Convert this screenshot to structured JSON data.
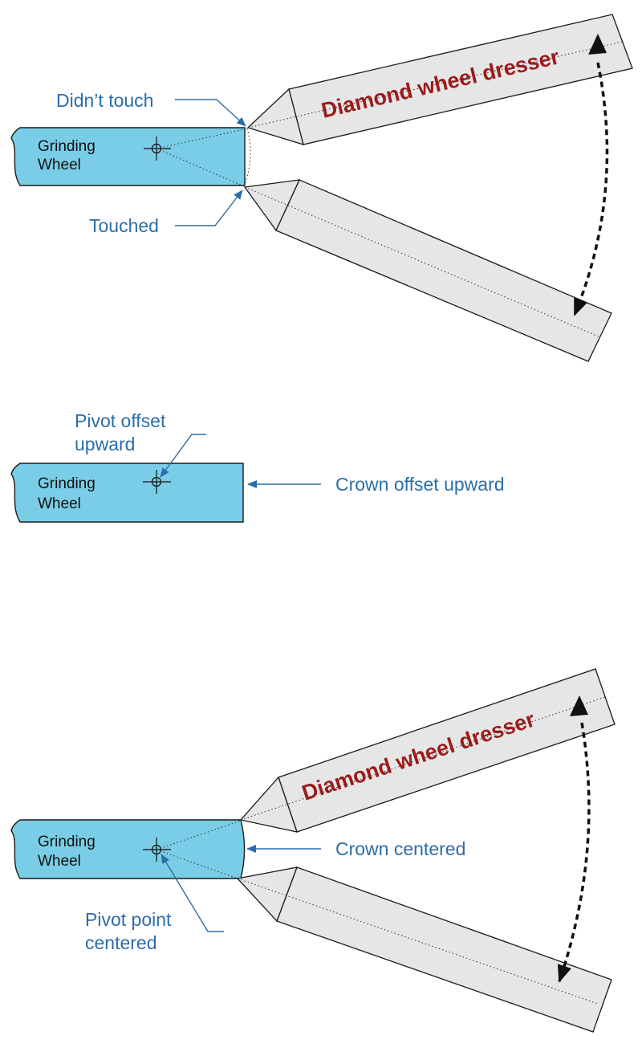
{
  "panel_top": {
    "wheel_label_line1": "Grinding",
    "wheel_label_line2": "Wheel",
    "didnt_touch": "Didn’t touch",
    "touched": "Touched",
    "dresser_label": "Diamond wheel dresser"
  },
  "panel_middle": {
    "wheel_label_line1": "Grinding",
    "wheel_label_line2": "Wheel",
    "pivot_offset_line1": "Pivot offset",
    "pivot_offset_line2": "upward",
    "crown_offset": "Crown offset upward"
  },
  "panel_bottom": {
    "wheel_label_line1": "Grinding",
    "wheel_label_line2": "Wheel",
    "crown_centered": "Crown centered",
    "pivot_point_line1": "Pivot point",
    "pivot_point_line2": "centered",
    "dresser_label": "Diamond wheel dresser"
  },
  "colors": {
    "wheel": "#7acde6",
    "label_blue": "#2c6ea8",
    "dresser_label_red": "#9b1b1b",
    "dresser_body": "#e6e6e6"
  }
}
